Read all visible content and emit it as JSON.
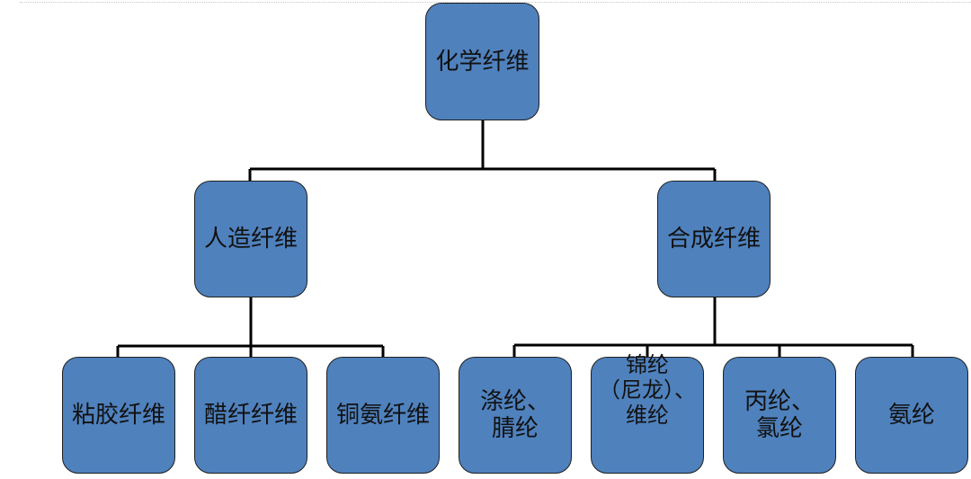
{
  "diagram": {
    "colors": {
      "box_fill": "#4f81bd",
      "box_border": "#1f1f1f",
      "connector": "#000000"
    },
    "root": {
      "label": "化学纤维"
    },
    "artificial": {
      "label": "人造纤维",
      "children": [
        {
          "label": "粘胶纤维"
        },
        {
          "label": "醋纤纤维"
        },
        {
          "label": "铜氨纤维"
        }
      ]
    },
    "synthetic": {
      "label": "合成纤维",
      "children": [
        {
          "label": "涤纶、\n腈纶"
        },
        {
          "label": "锦纶\n（尼龙）、\n维纶"
        },
        {
          "label": "丙纶、\n氯纶"
        },
        {
          "label": "氨纶"
        }
      ]
    }
  }
}
